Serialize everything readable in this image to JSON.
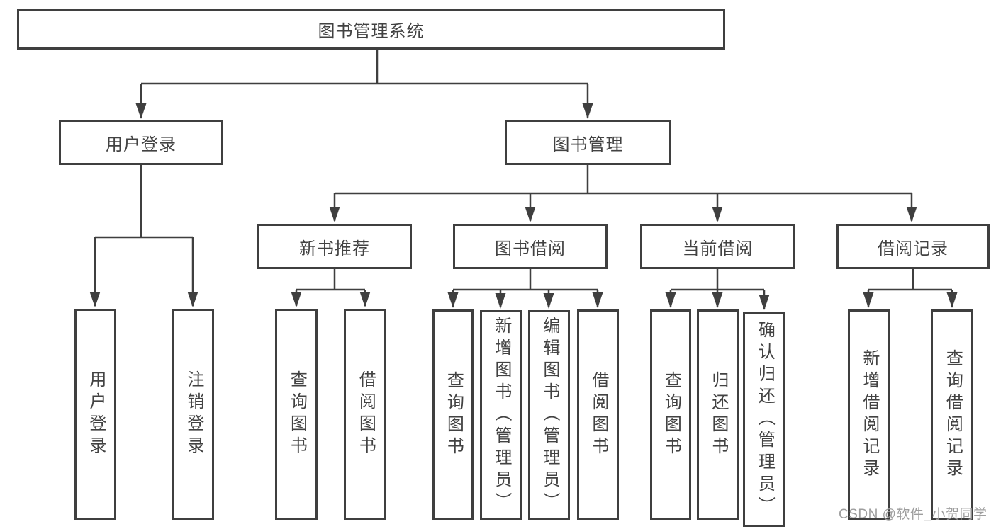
{
  "tree": {
    "root": "图书管理系统",
    "level2": [
      "用户登录",
      "图书管理"
    ],
    "level3": [
      "新书推荐",
      "图书借阅",
      "当前借阅",
      "借阅记录"
    ],
    "leaves": {
      "user_login": [
        "用户登录",
        "注销登录"
      ],
      "new_book": [
        "查询图书",
        "借阅图书"
      ],
      "book_borrow": [
        "查询图书",
        "新增图书（管理员）",
        "编辑图书（管理员）",
        "借阅图书"
      ],
      "current_borrow": [
        "查询图书",
        "归还图书",
        "确认归还（管理员）"
      ],
      "borrow_record": [
        "新增借阅记录",
        "查询借阅记录"
      ]
    }
  },
  "watermark": "CSDN @软件_小贺同学",
  "colors": {
    "line": "#3f3f3f",
    "text": "#424242",
    "background": "#ffffff",
    "watermark": "#9e9e9e"
  }
}
